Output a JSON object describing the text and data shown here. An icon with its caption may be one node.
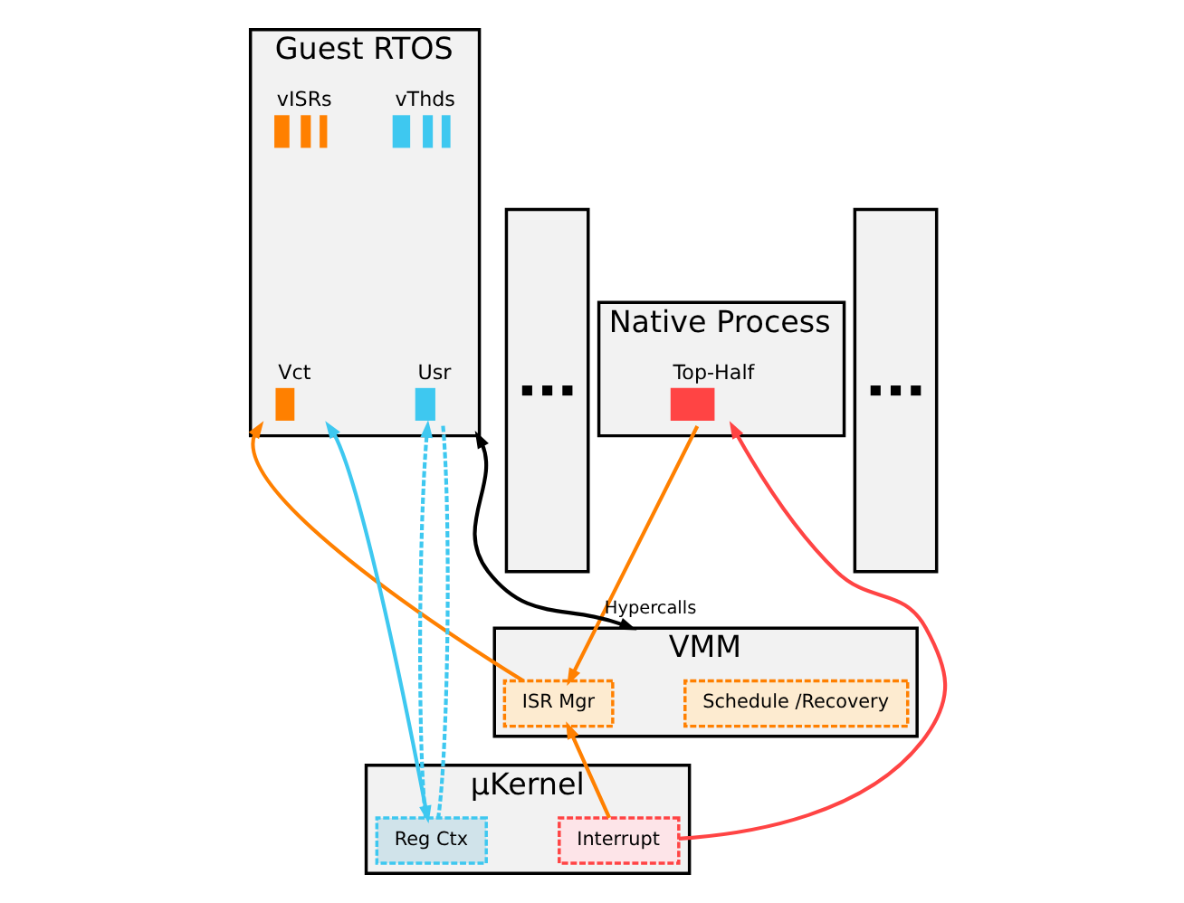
{
  "diagram": {
    "nodes": [
      {
        "text": [],
        "shape": "box"
      },
      {
        "text": [
          "Native Process"
        ]
      },
      {
        "text": [
          "Top-Half"
        ],
        "in": 1
      },
      {
        "text": [
          "Guest RTOS"
        ]
      },
      {
        "text": [
          "vISRs"
        ],
        "in": 3
      },
      {
        "text": [
          "vThds"
        ],
        "in": 3
      },
      {
        "text": [
          "Vct"
        ],
        "in": 3
      },
      {
        "text": [
          "Usr"
        ],
        "in": 3
      },
      {
        "text": [],
        "shape": "box"
      },
      {
        "text": [
          "VMM"
        ]
      },
      {
        "text": [
          "ISR Mgr"
        ],
        "in": 9
      },
      {
        "text": [
          "Schedule /Recovery"
        ],
        "in": 9
      },
      {
        "text": [
          "µKernel"
        ]
      },
      {
        "text": [
          "Interrupt"
        ],
        "in": 12
      },
      {
        "text": [
          "Reg Ctx"
        ],
        "in": 12
      }
    ],
    "edges": [
      {
        "from": 13,
        "to": 2,
        "arrow": "to",
        "color": "#ff4444"
      },
      {
        "from": 13,
        "to": 10,
        "arrow": "to",
        "color": "#ff8000"
      },
      {
        "from": 2,
        "to": 10,
        "arrow": "to",
        "color": "#ff8000"
      },
      {
        "from": 10,
        "to": 6,
        "arrow": "to",
        "color": "#ff8000"
      },
      {
        "from": 14,
        "to": 6,
        "arrow": "both",
        "color": "#3ec8f0"
      },
      {
        "from": 14,
        "to": 7,
        "arrow": "to",
        "style": "dashed",
        "color": "#3ec8f0"
      },
      {
        "from": 14,
        "to": 7,
        "arrow": "none",
        "style": "dashed",
        "color": "#3ec8f0"
      },
      {
        "from": 3,
        "to": 9,
        "arrow": "both",
        "label": "Hypercalls",
        "color": "#000000"
      }
    ]
  }
}
